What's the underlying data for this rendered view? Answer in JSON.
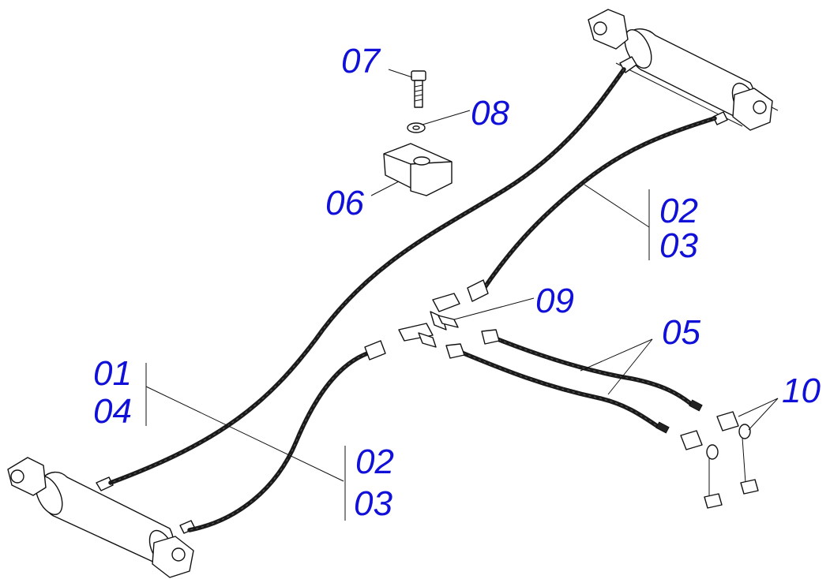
{
  "callouts": {
    "c01": "01",
    "c04": "04",
    "c02_top": "02",
    "c03_top": "03",
    "c02_bottom": "02",
    "c03_bottom": "03",
    "c05": "05",
    "c06": "06",
    "c07": "07",
    "c08": "08",
    "c09": "09",
    "c10": "10"
  },
  "colors": {
    "callout_text": "#1010d8",
    "line_art": "#111111",
    "background": "#ffffff"
  }
}
